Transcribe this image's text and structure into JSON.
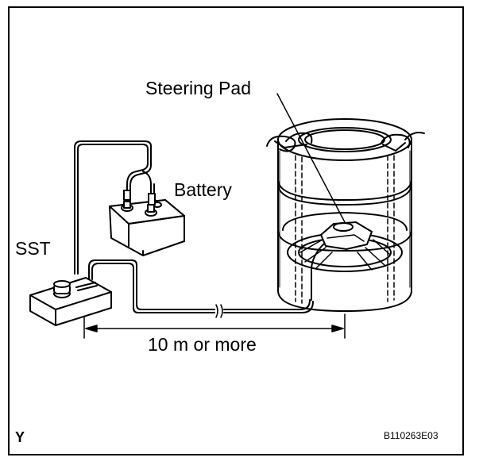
{
  "labels": {
    "steering_pad": "Steering Pad",
    "battery": "Battery",
    "sst": "SST",
    "distance": "10 m or more",
    "corner_mark": "Y",
    "figure_code": "B110263E03"
  },
  "colors": {
    "line": "#000000",
    "background": "#ffffff"
  }
}
